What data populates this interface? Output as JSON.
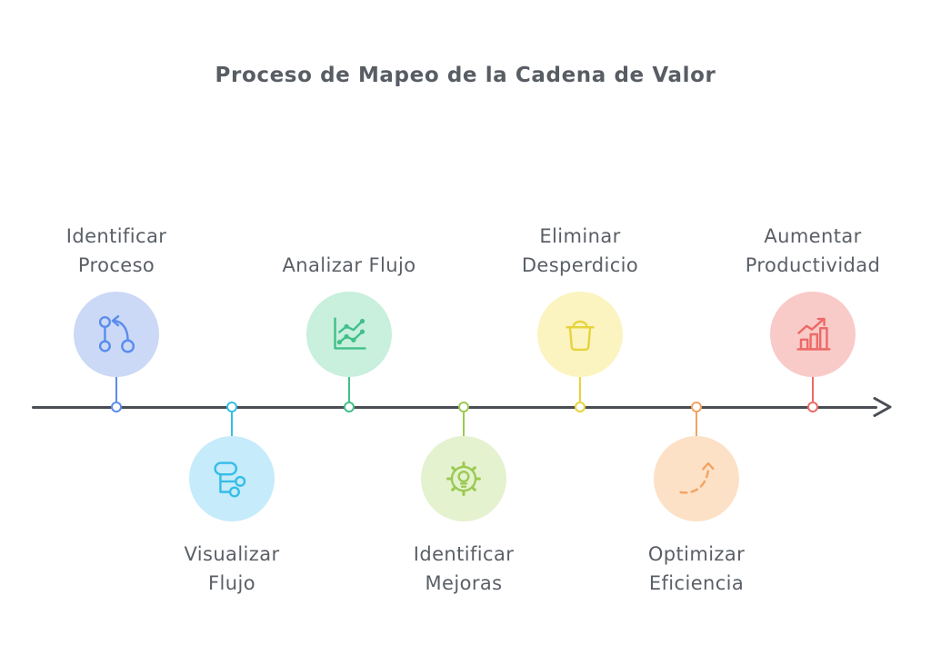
{
  "title": "Proceso de Mapeo de la Cadena de Valor",
  "timeline": {
    "direction": "left-to-right",
    "line_color": "#4a4e54",
    "text_color": "#5a5f66",
    "items": [
      {
        "label": "Identificar\nProceso",
        "position": "above",
        "icon": "process-flow-icon",
        "accent": "#5a8ced",
        "background": "#cbd9f6"
      },
      {
        "label": "Visualizar\nFlujo",
        "position": "below",
        "icon": "flowchart-icon",
        "accent": "#35bde8",
        "background": "#c6ebfa"
      },
      {
        "label": "Analizar Flujo",
        "position": "above",
        "icon": "line-chart-icon",
        "accent": "#41c089",
        "background": "#c9efdd"
      },
      {
        "label": "Identificar\nMejoras",
        "position": "below",
        "icon": "gear-bulb-icon",
        "accent": "#9aca52",
        "background": "#e4f2cf"
      },
      {
        "label": "Eliminar\nDesperdicio",
        "position": "above",
        "icon": "waste-bin-icon",
        "accent": "#e7d33b",
        "background": "#fbf4c0"
      },
      {
        "label": "Optimizar\nEficiencia",
        "position": "below",
        "icon": "dashed-growth-arrow-icon",
        "accent": "#f2a360",
        "background": "#fce1c7"
      },
      {
        "label": "Aumentar\nProductividad",
        "position": "above",
        "icon": "bar-chart-growth-icon",
        "accent": "#ec6a67",
        "background": "#f8cbc8"
      }
    ]
  }
}
